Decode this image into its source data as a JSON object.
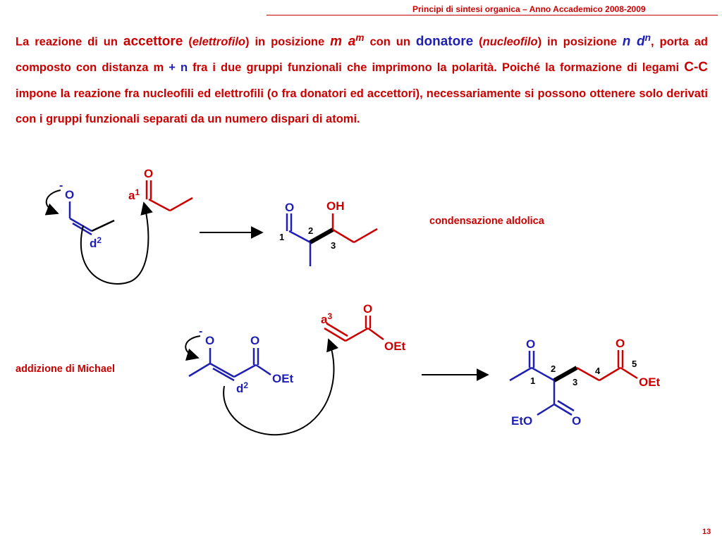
{
  "header": {
    "title": "Principi di sintesi organica – Anno Accademico 2008-2009"
  },
  "paragraph": {
    "p01": "La reazione di un ",
    "p02": "accettore",
    "p03": " (",
    "p04": "elettrofilo",
    "p05": ") in posizione ",
    "p06": "m a",
    "p07": "m",
    "p08": " con un ",
    "p09": "donatore",
    "p10": " (",
    "p11": "nucleofilo",
    "p12": ") in posizione ",
    "p13": "n d",
    "p14": "n",
    "p15": ", porta ad composto con distanza ",
    "p16": "m",
    "p17": " + ",
    "p18": "n",
    "p19": " fra i due gruppi funzionali che imprimono la polarità. Poiché la formazione di legami ",
    "p20": "C-C",
    "p21": " impone la reazione fra nucleofili ed elettrofili (o fra donatori ed accettori), necessariamente si possono ottenere solo derivati con i gruppi funzionali separati da un numero dispari di atomi."
  },
  "labels": {
    "aldol": "condensazione aldolica",
    "michael": "addizione di Michael"
  },
  "scheme": {
    "O": "O",
    "OH": "OH",
    "OEt": "OEt",
    "EtO": "EtO",
    "minus": "-",
    "a": "a",
    "d": "d",
    "s1": "1",
    "s2": "2",
    "s3": "3",
    "n1": "1",
    "n2": "2",
    "n3": "3",
    "n4": "4",
    "n5": "5"
  },
  "colors": {
    "red": "#cc0000",
    "blue": "#1f1fb4",
    "black": "#000000"
  },
  "page_number": "13"
}
